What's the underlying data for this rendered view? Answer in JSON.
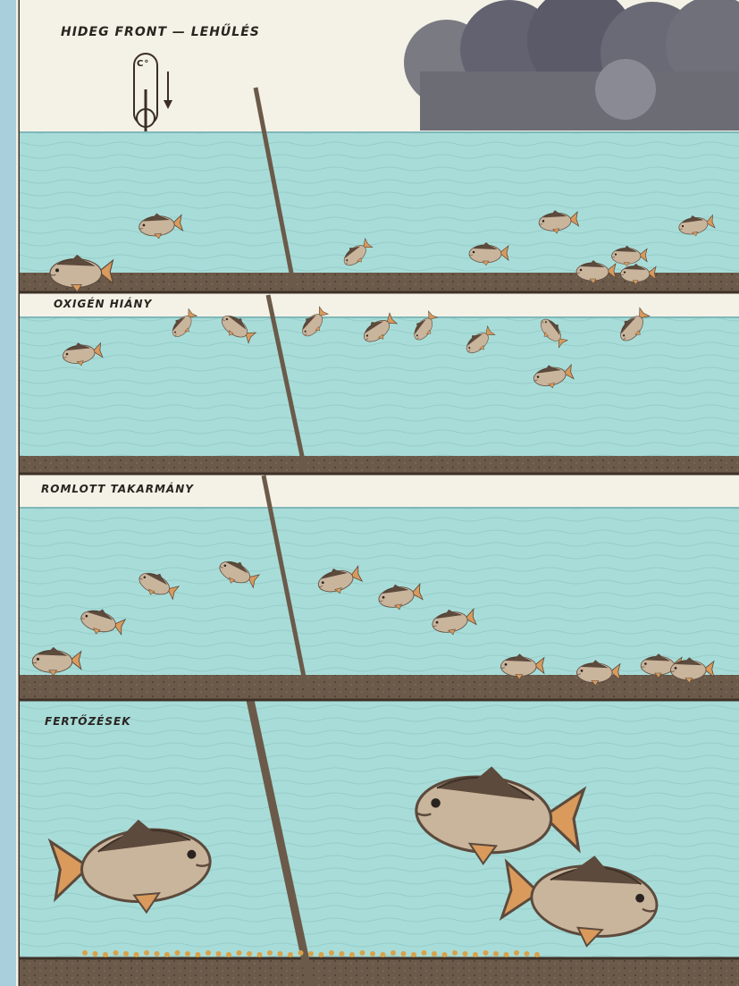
{
  "panels": [
    {
      "id": "cold-front",
      "label": "HIDEG FRONT — LEHŰLÉS",
      "thermometer_symbol": "C°"
    },
    {
      "id": "oxygen",
      "label": "OXIGÉN HIÁNY"
    },
    {
      "id": "feed",
      "label": "ROMLOTT TAKARMÁNY"
    },
    {
      "id": "infection",
      "label": "FERTŐZÉSEK"
    }
  ],
  "colors": {
    "water": "#a8dcd8",
    "water_line": "#7fb8b8",
    "air": "#f4f1e6",
    "bottom": "#6b5a4a",
    "bottom_dark": "#3e3128",
    "cloud": "#6c6c74",
    "fish_body": "#c9b49c",
    "fish_back": "#5c4a3c",
    "fish_fin": "#d99a5c",
    "frame": "#3a2e26",
    "background": "#a9cfdc"
  }
}
